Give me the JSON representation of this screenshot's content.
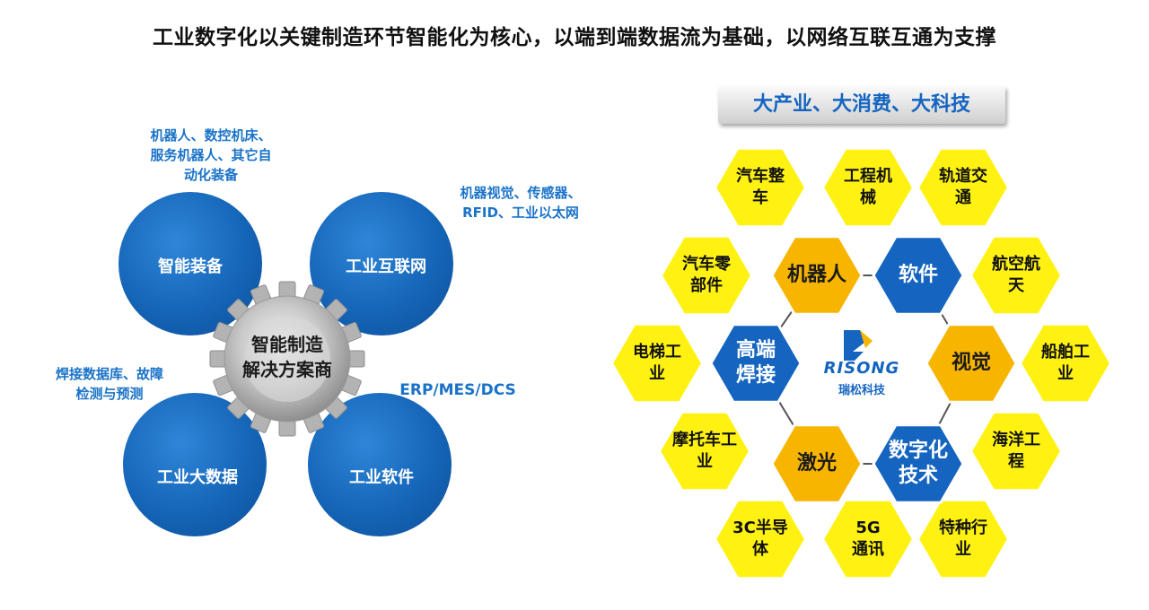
{
  "title": "工业数字化以关键制造环节智能化为核心，以端到端数据流为基础，以网络互联互通为支撑",
  "left": {
    "petals": [
      {
        "label": "智能装备"
      },
      {
        "label": "工业互联网"
      },
      {
        "label": "工业大数据"
      },
      {
        "label": "工业软件"
      }
    ],
    "gear": {
      "line1": "智能制造",
      "line2": "解决方案商"
    },
    "notes": {
      "equipment": [
        "机器人、数控机床、",
        "服务机器人、其它自",
        "动化装备"
      ],
      "iot": [
        "机器视觉、传感器、",
        "RFID、工业以太网"
      ],
      "bigdata": [
        "焊接数据库、故障",
        "检测与预测"
      ],
      "software": [
        "ERP/MES/DCS"
      ]
    }
  },
  "right": {
    "banner": "大产业、大消费、大科技",
    "logo": {
      "brand": "RISONG",
      "name": "瑞松科技"
    },
    "outer": [
      {
        "lines": [
          "汽车整",
          "车"
        ]
      },
      {
        "lines": [
          "工程机",
          "械"
        ]
      },
      {
        "lines": [
          "轨道交",
          "通"
        ]
      },
      {
        "lines": [
          "汽车零",
          "部件"
        ]
      },
      {
        "lines": [
          "航空航",
          "天"
        ]
      },
      {
        "lines": [
          "电梯工",
          "业"
        ]
      },
      {
        "lines": [
          "船舶工",
          "业"
        ]
      },
      {
        "lines": [
          "摩托车工",
          "业"
        ]
      },
      {
        "lines": [
          "海洋工",
          "程"
        ]
      },
      {
        "lines": [
          "3C半导",
          "体"
        ]
      },
      {
        "lines": [
          "5G",
          "通讯"
        ]
      },
      {
        "lines": [
          "特种行",
          "业"
        ]
      }
    ],
    "inner": [
      {
        "lines": [
          "机器人"
        ],
        "fill": "#f7b500"
      },
      {
        "lines": [
          "软件"
        ],
        "fill": "#1565c0"
      },
      {
        "lines": [
          "高端",
          "焊接"
        ],
        "fill": "#1565c0"
      },
      {
        "lines": [
          "视觉"
        ],
        "fill": "#f7b500"
      },
      {
        "lines": [
          "激光"
        ],
        "fill": "#f7b500"
      },
      {
        "lines": [
          "数字化",
          "技术"
        ],
        "fill": "#1565c0"
      }
    ],
    "colors": {
      "outer_fill": "#fff212",
      "blue": "#1565c0",
      "orange": "#f7b500"
    }
  }
}
